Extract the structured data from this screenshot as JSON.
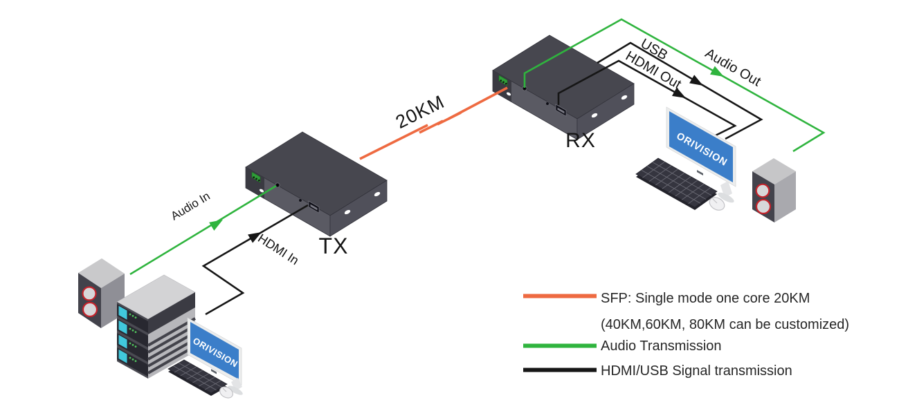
{
  "diagram": {
    "tx_label": "TX",
    "rx_label": "RX",
    "fiber_distance_label": "20KM",
    "audio_in_label": "Audio In",
    "hdmi_in_label": "HDMI In",
    "usb_label": "USB",
    "hdmi_out_label": "HDMI Out",
    "audio_out_label": "Audio Out",
    "source_monitor_brand": "ORIVISION",
    "display_monitor_brand": "ORIVISION"
  },
  "colors": {
    "fiber_orange": "#ee6a41",
    "audio_green": "#2fb43e",
    "signal_black": "#161616",
    "screen_blue": "#3b7ec9"
  },
  "legend": {
    "fiber_label_line1": "SFP: Single mode one core 20KM",
    "fiber_label_line2": "(40KM,60KM, 80KM can be customized)",
    "audio_label": "Audio Transmission",
    "signal_label": "HDMI/USB Signal transmission"
  }
}
